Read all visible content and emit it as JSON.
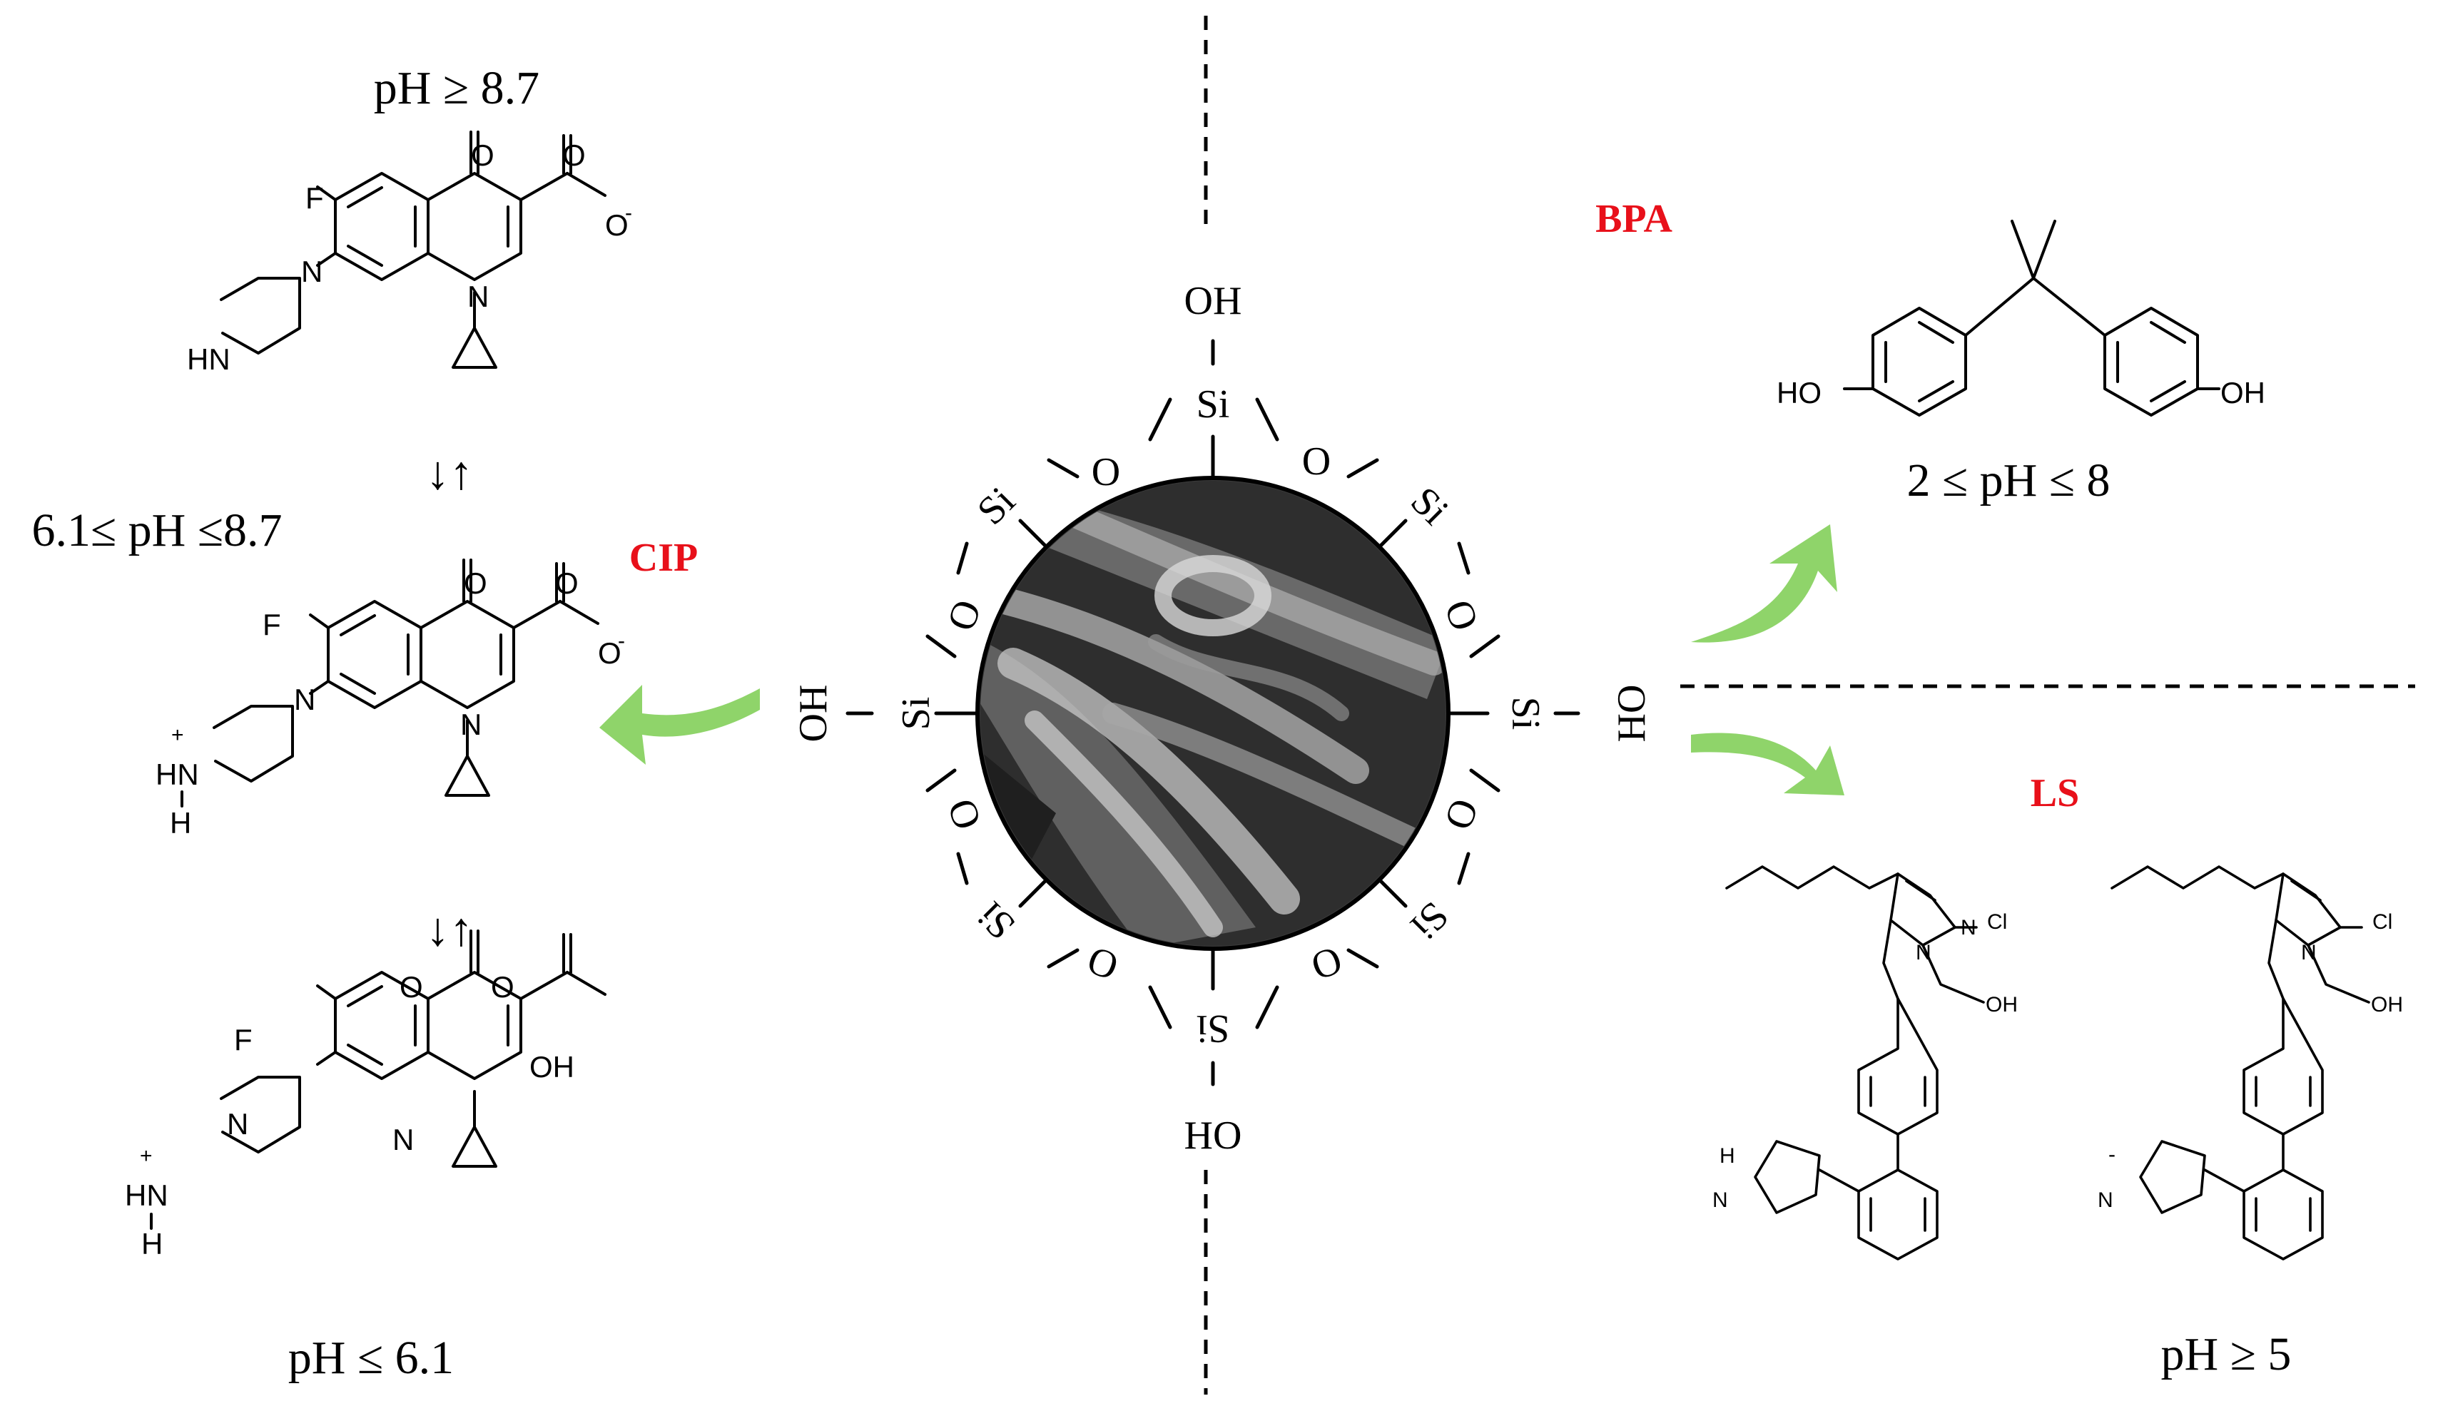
{
  "cip": {
    "label": "CIP",
    "ph_high": "pH ≥ 8.7",
    "ph_mid": "6.1≤ pH ≤8.7",
    "ph_low": "pH ≤ 6.1",
    "equilibrium_arrows": "↓↑"
  },
  "bpa": {
    "label": "BPA",
    "ph": "2 ≤ pH ≤ 8"
  },
  "ls": {
    "label": "LS",
    "ph": "pH ≥ 5"
  },
  "silica": {
    "si": "Si",
    "o": "O",
    "oh": "OH",
    "ho": "HO"
  },
  "atoms": {
    "F": "F",
    "O": "O",
    "O_minus": "O",
    "minus": "-",
    "OH": "OH",
    "HO": "HO",
    "N": "N",
    "HN": "HN",
    "H": "H",
    "plus": "+",
    "Cl": "Cl",
    "oh_lower": "OH",
    "tz_H": "H",
    "tz_N": "N",
    "tz_minus": "-"
  },
  "colors": {
    "accent_label": "#e8101a",
    "arrow": "#8fd46a",
    "sem_fill": "#3a3a3a"
  }
}
